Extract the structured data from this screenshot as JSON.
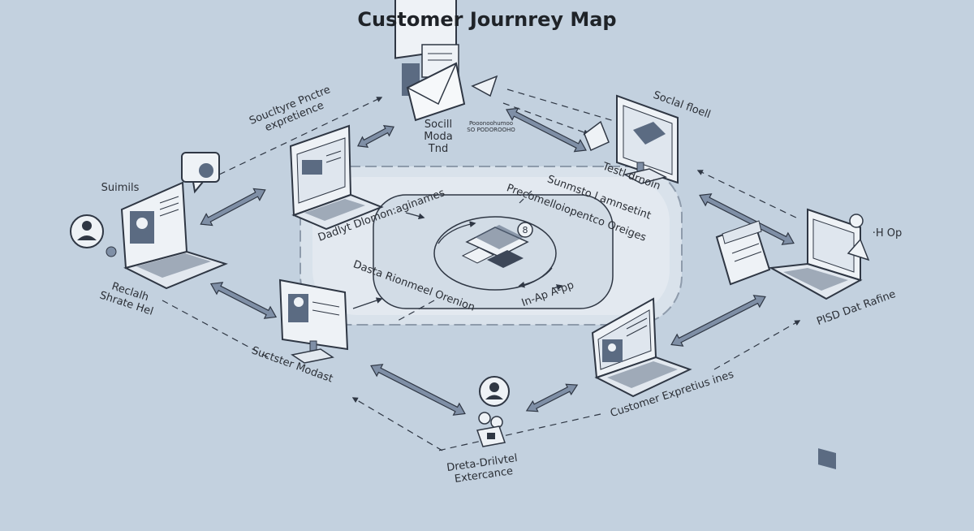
{
  "title": "Customer Journrey Map",
  "labels": {
    "experience_top": "Soucltyre Pnctre\nexpretience",
    "social_media": "Socill Moda\nTnd",
    "tiny_caption": "Pooonoohumoo\nSO PODOROOHO",
    "social_right": "Soclal floell",
    "submits": "Suimils",
    "reclaim": "Reclalh\nShrate Hel",
    "test_division": "Testl drnoin",
    "sunmsto": "Sunmsto l amnsetint",
    "h_op": "·H Op",
    "daddyt": "Dadlyt Dlomon:aginames",
    "precomello": "Precomelloiopentco Oreiges",
    "dasta": "Dasta Rionmeel Orenion",
    "in_app": "In-Ap A-pp",
    "pisd": "PISD Dat Rafine",
    "sucstr": "Suctster Modast",
    "cust_exp": "Customer Expretius ines",
    "dreta": "Dreta-Drilvtel\nExtercance"
  },
  "colors": {
    "background": "#c3d1df",
    "ink": "#2f3744",
    "device": "#e9eef4",
    "screen_accent": "#5b6b82",
    "arrow_fill": "#7f8fa6"
  }
}
